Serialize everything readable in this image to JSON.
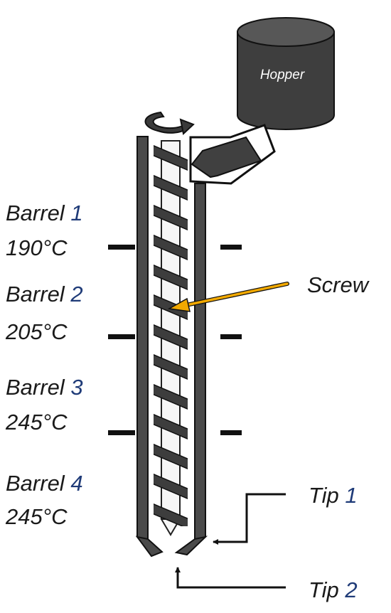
{
  "hopper": {
    "label": "Hopper"
  },
  "zones": [
    {
      "word": "Barrel",
      "num": "1",
      "temp": "190°C"
    },
    {
      "word": "Barrel",
      "num": "2",
      "temp": "205°C"
    },
    {
      "word": "Barrel",
      "num": "3",
      "temp": "245°C"
    },
    {
      "word": "Barrel",
      "num": "4",
      "temp": "245°C"
    }
  ],
  "screw": {
    "label": "Screw"
  },
  "tips": [
    {
      "word": "Tip",
      "num": "1"
    },
    {
      "word": "Tip",
      "num": "2"
    }
  ],
  "colors": {
    "barrel_fill": "#4a4a4a",
    "flight_fill": "#3d3d3d",
    "screw_arrow": "#f2a900",
    "number_text": "#1f3b78"
  }
}
